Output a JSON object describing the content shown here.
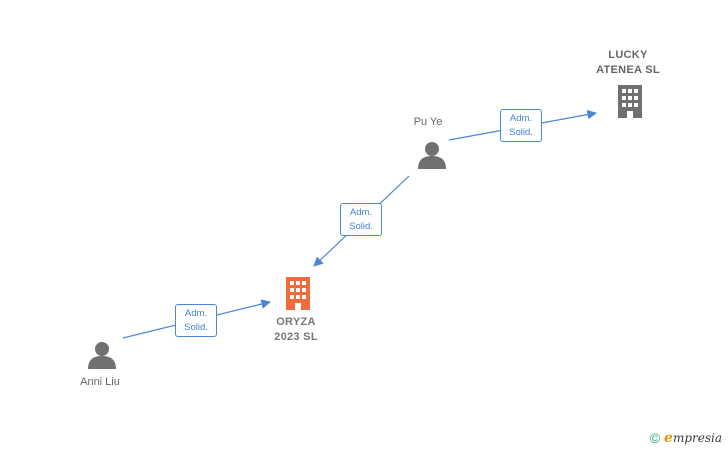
{
  "nodes": {
    "lucky_atenea": {
      "label": "LUCKY\nATENEA  SL",
      "type": "company",
      "color": "#707070"
    },
    "pu_ye": {
      "label": "Pu Ye",
      "type": "person",
      "color": "#707070"
    },
    "oryza": {
      "label": "ORYZA\n2023  SL",
      "type": "company",
      "color": "#f26b3a"
    },
    "anni_liu": {
      "label": "Anni Liu",
      "type": "person",
      "color": "#707070"
    }
  },
  "relations": [
    {
      "from": "pu_ye",
      "to": "lucky_atenea",
      "line1": "Adm.",
      "line2": "Solid."
    },
    {
      "from": "pu_ye",
      "to": "oryza",
      "line1": "Adm.",
      "line2": "Solid."
    },
    {
      "from": "anni_liu",
      "to": "oryza",
      "line1": "Adm.",
      "line2": "Solid."
    }
  ],
  "edge_color": "#4a86d8",
  "footer": {
    "copyright_symbol": "©",
    "brand_initial": "e",
    "brand_rest": "mpresia"
  }
}
